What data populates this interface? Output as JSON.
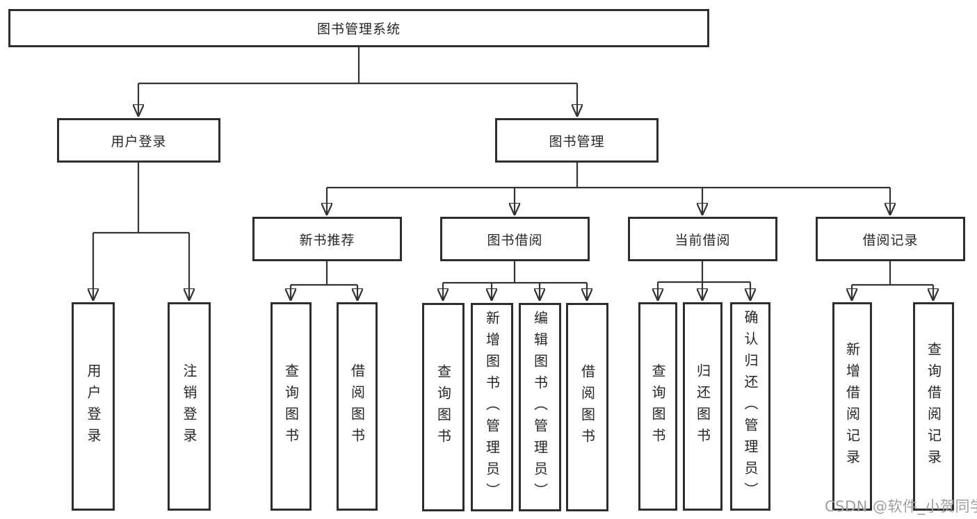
{
  "diagram": {
    "root": {
      "label": "图书管理系统"
    },
    "branches": [
      {
        "label": "用户登录",
        "children": [
          {
            "label": "用户登录"
          },
          {
            "label": "注销登录"
          }
        ]
      },
      {
        "label": "图书管理",
        "children": [
          {
            "label": "新书推荐",
            "children": [
              {
                "label": "查询图书"
              },
              {
                "label": "借阅图书"
              }
            ]
          },
          {
            "label": "图书借阅",
            "children": [
              {
                "label": "查询图书"
              },
              {
                "label": "新增图书（管理员）"
              },
              {
                "label": "编辑图书（管理员）"
              },
              {
                "label": "借阅图书"
              }
            ]
          },
          {
            "label": "当前借阅",
            "children": [
              {
                "label": "查询图书"
              },
              {
                "label": "归还图书"
              },
              {
                "label": "确认归还（管理员）"
              }
            ]
          },
          {
            "label": "借阅记录",
            "children": [
              {
                "label": "新增借阅记录"
              },
              {
                "label": "查询借阅记录"
              }
            ]
          }
        ]
      }
    ]
  },
  "watermark": {
    "text": "CSDN @软件_小贺同学"
  },
  "colors": {
    "line": "#333333",
    "box_border": "#2d2d2d",
    "text": "#262626",
    "watermark": "#9e9e9e",
    "background": "#ffffff"
  }
}
